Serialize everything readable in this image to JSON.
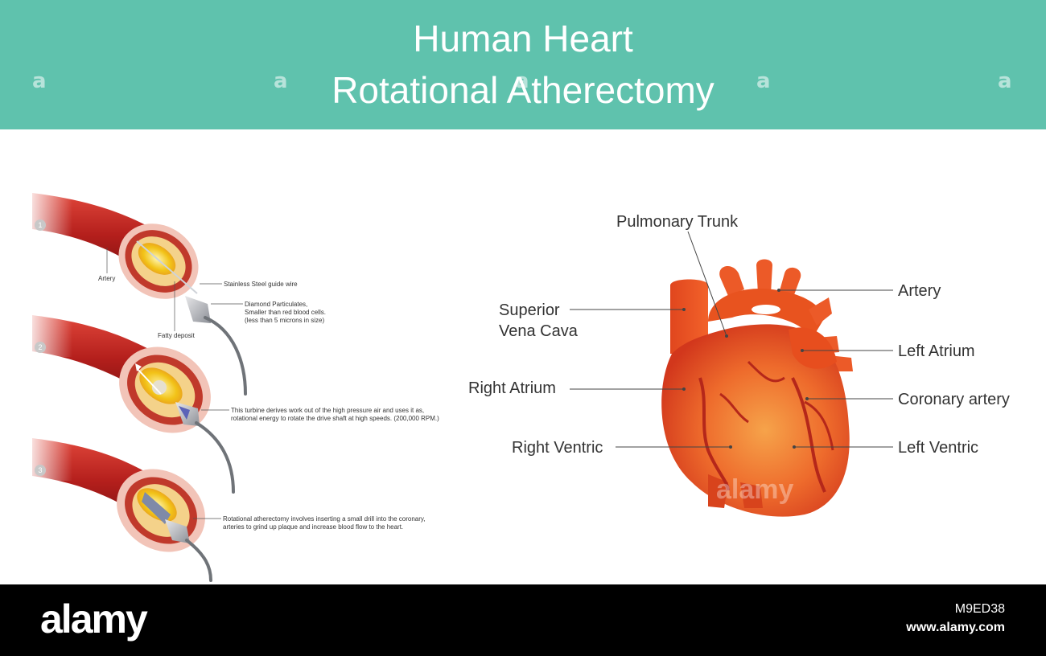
{
  "header": {
    "title_line1": "Human Heart",
    "title_line2": "Rotational Atherectomy",
    "bg_color": "#5fc2ad"
  },
  "watermark_glyph": "a",
  "artery": {
    "steps": [
      "1",
      "2",
      "3"
    ],
    "labels": {
      "artery": "Artery",
      "guide_wire": "Stainless Steel guide wire",
      "diamond_line1": "Diamond Particulates,",
      "diamond_line2": "Smaller than red blood cells.",
      "diamond_line3": "(less than 5 microns in size)",
      "fatty": "Fatty deposit",
      "turbine_line1": "This turbine derives work out of the high pressure air and uses it as,",
      "turbine_line2": "rotational energy to rotate the drive shaft at high speeds. (200,000 RPM.)",
      "rotational_line1": "Rotational atherectomy involves inserting a small drill into the coronary,",
      "rotational_line2": "arteries to grind up plaque and increase blood flow to the heart."
    }
  },
  "heart": {
    "labels": {
      "pulmonary_trunk": "Pulmonary Trunk",
      "artery": "Artery",
      "superior_line1": "Superior",
      "superior_line2": "Vena Cava",
      "left_atrium": "Left Atrium",
      "right_atrium": "Right Atrium",
      "coronary_artery": "Coronary artery",
      "right_ventric": "Right Ventric",
      "left_ventric": "Left Ventric"
    },
    "watermark": "alamy"
  },
  "footer": {
    "logo": "alamy",
    "image_id": "M9ED38",
    "site": "www.alamy.com"
  }
}
